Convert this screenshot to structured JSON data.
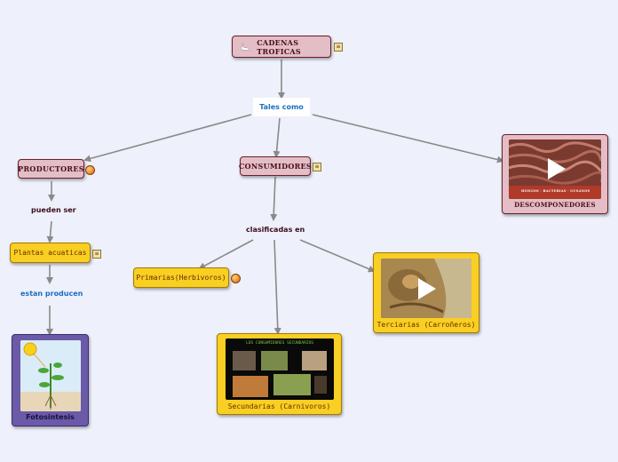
{
  "nodes": {
    "root": {
      "label": "CADENAS TROFICAS"
    },
    "tales": {
      "label": "Tales como"
    },
    "productores": {
      "label": "PRODUCTORES"
    },
    "consumidores": {
      "label": "CONSUMIDORES"
    },
    "descomponedores": {
      "label": "DESCOMPONEDORES"
    },
    "pueden": {
      "label": "pueden ser"
    },
    "clasificadas": {
      "label": "clasificadas en"
    },
    "plantas": {
      "label": "Plantas acuaticas"
    },
    "estan": {
      "label": "estan producen"
    },
    "fotosintesis": {
      "label": "Fotosintesis"
    },
    "primarias": {
      "label": "Primarias(Herbivoros)"
    },
    "secundarias": {
      "label": "Secundarias (Carnivoros)"
    },
    "terciarias": {
      "label": "Terciarias (Carroñeros)"
    }
  },
  "media": {
    "secundarias_banner": "LOS CONSUMIDORES SECUNDARIOS",
    "descomp_banner": "HONGOS · BACTERIAS · GUSANOS"
  },
  "icons": {
    "note": "note-icon",
    "globe": "globe-icon",
    "play": "play-icon",
    "swan": "swan-icon"
  },
  "colors": {
    "pink_fill": "#e3bec6",
    "pink_border": "#6b1f2c",
    "yellow_fill": "#f8cf22",
    "purple_fill": "#6a5aa8",
    "link_blue": "#1a6fc0",
    "connector": "#8a8a8a"
  }
}
